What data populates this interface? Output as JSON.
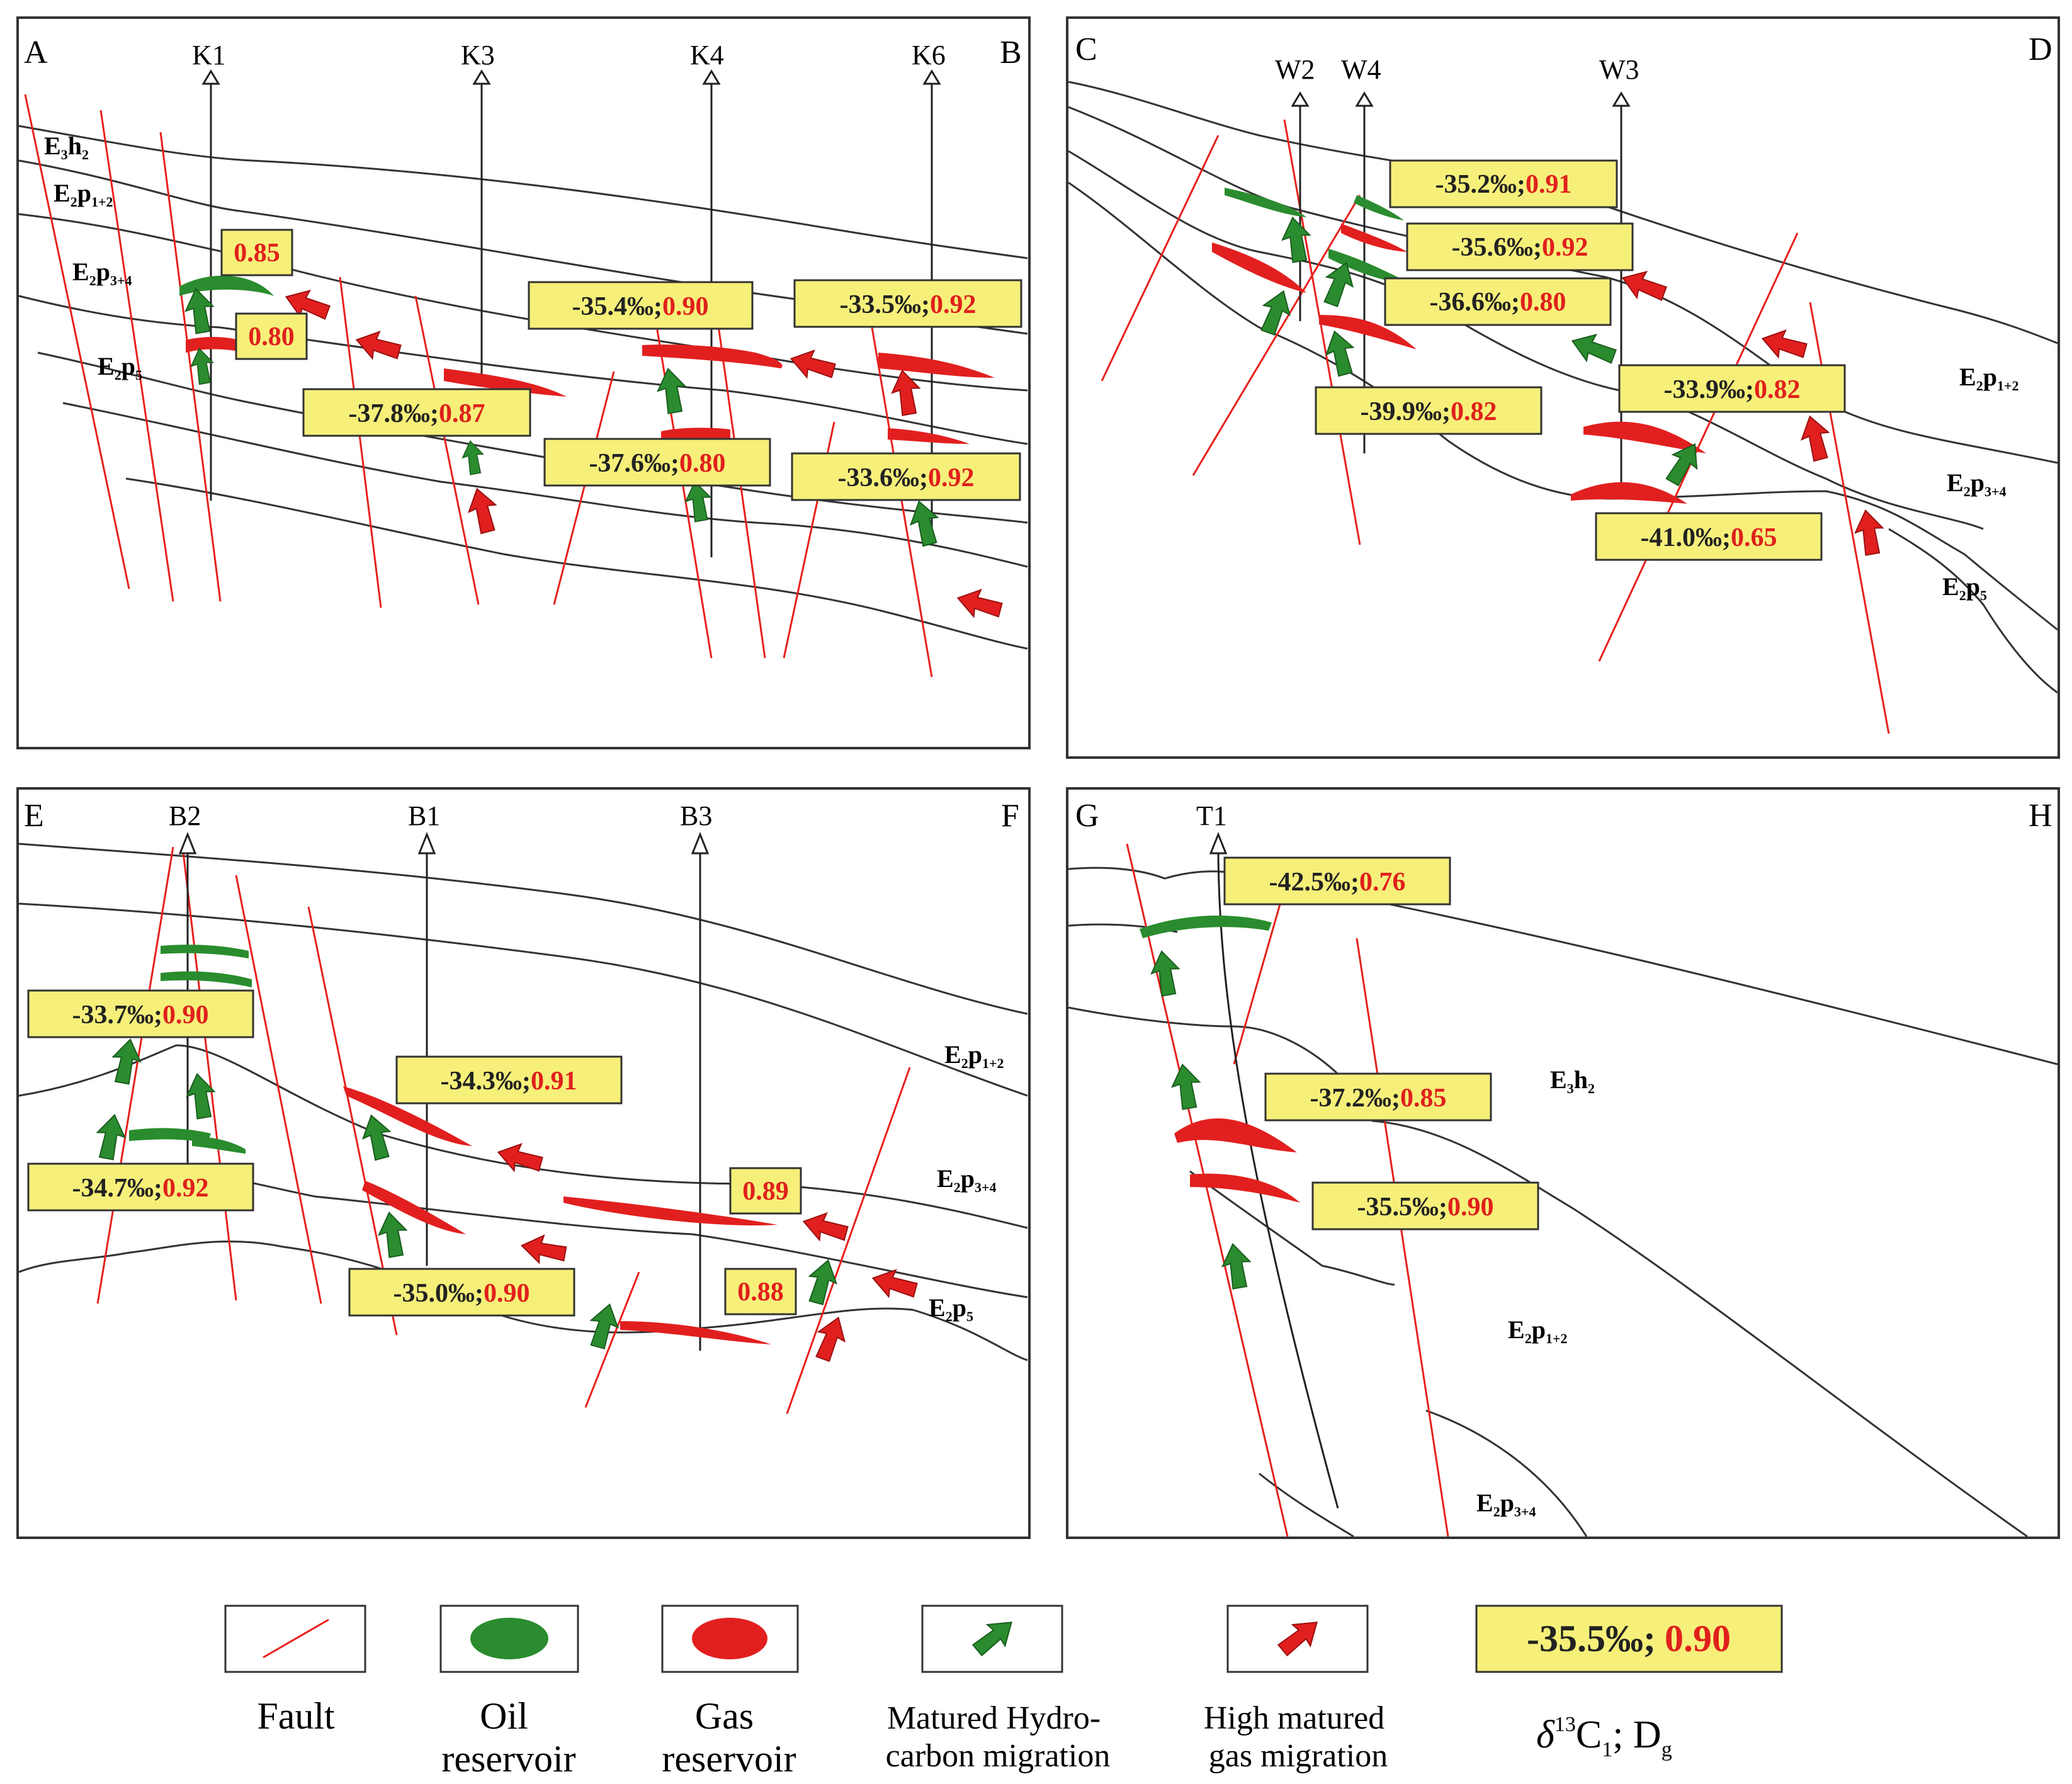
{
  "panels": {
    "AB": {
      "corners": [
        "A",
        "B"
      ],
      "wells": [
        "K1",
        "K3",
        "K4",
        "K6"
      ],
      "formations": [
        {
          "name": "E3h2",
          "base": "E",
          "sub1": "3",
          "main": "h",
          "sub2": "2"
        },
        {
          "name": "E2p1+2",
          "base": "E",
          "sub1": "2",
          "main": "p",
          "sub2": "1+2"
        },
        {
          "name": "E2p3+4",
          "base": "E",
          "sub1": "2",
          "main": "p",
          "sub2": "3+4"
        },
        {
          "name": "E2p5",
          "base": "E",
          "sub1": "2",
          "main": "p",
          "sub2": "5"
        }
      ],
      "labels": [
        {
          "iso": "",
          "dg": "0.85"
        },
        {
          "iso": "",
          "dg": "0.80"
        },
        {
          "iso": "-37.8‰;",
          "dg": "0.87"
        },
        {
          "iso": "-35.4‰;",
          "dg": "0.90"
        },
        {
          "iso": "-37.6‰;",
          "dg": "0.80"
        },
        {
          "iso": "-33.5‰;",
          "dg": "0.92"
        },
        {
          "iso": "-33.6‰;",
          "dg": "0.92"
        }
      ]
    },
    "CD": {
      "corners": [
        "C",
        "D"
      ],
      "wells": [
        "W2",
        "W4",
        "W3"
      ],
      "formations": [
        {
          "name": "E2p1+2",
          "base": "E",
          "sub1": "2",
          "main": "p",
          "sub2": "1+2"
        },
        {
          "name": "E2p3+4",
          "base": "E",
          "sub1": "2",
          "main": "p",
          "sub2": "3+4"
        },
        {
          "name": "E2p5",
          "base": "E",
          "sub1": "2",
          "main": "p",
          "sub2": "5"
        }
      ],
      "labels": [
        {
          "iso": "-35.2‰;",
          "dg": "0.91"
        },
        {
          "iso": "-35.6‰;",
          "dg": "0.92"
        },
        {
          "iso": "-36.6‰;",
          "dg": "0.80"
        },
        {
          "iso": "-39.9‰;",
          "dg": "0.82"
        },
        {
          "iso": "-33.9‰;",
          "dg": "0.82"
        },
        {
          "iso": "-41.0‰;",
          "dg": "0.65"
        }
      ]
    },
    "EF": {
      "corners": [
        "E",
        "F"
      ],
      "wells": [
        "B2",
        "B1",
        "B3"
      ],
      "formations": [
        {
          "name": "E2p1+2",
          "base": "E",
          "sub1": "2",
          "main": "p",
          "sub2": "1+2"
        },
        {
          "name": "E2p3+4",
          "base": "E",
          "sub1": "2",
          "main": "p",
          "sub2": "3+4"
        },
        {
          "name": "E2p5",
          "base": "E",
          "sub1": "2",
          "main": "p",
          "sub2": "5"
        }
      ],
      "labels": [
        {
          "iso": "-33.7‰;",
          "dg": "0.90"
        },
        {
          "iso": "-34.7‰;",
          "dg": "0.92"
        },
        {
          "iso": "-34.3‰;",
          "dg": "0.91"
        },
        {
          "iso": "-35.0‰;",
          "dg": "0.90"
        },
        {
          "iso": "",
          "dg": "0.89"
        },
        {
          "iso": "",
          "dg": "0.88"
        }
      ]
    },
    "GH": {
      "corners": [
        "G",
        "H"
      ],
      "wells": [
        "T1"
      ],
      "formations": [
        {
          "name": "E3h2",
          "base": "E",
          "sub1": "3",
          "main": "h",
          "sub2": "2"
        },
        {
          "name": "E2p1+2",
          "base": "E",
          "sub1": "2",
          "main": "p",
          "sub2": "1+2"
        },
        {
          "name": "E2p3+4",
          "base": "E",
          "sub1": "2",
          "main": "p",
          "sub2": "3+4"
        }
      ],
      "labels": [
        {
          "iso": "-42.5‰;",
          "dg": "0.76"
        },
        {
          "iso": "-37.2‰;",
          "dg": "0.85"
        },
        {
          "iso": "-35.5‰;",
          "dg": "0.90"
        }
      ]
    }
  },
  "legend": {
    "fault": "Fault",
    "oil_line1": "Oil",
    "oil_line2": "reservoir",
    "gas_line1": "Gas",
    "gas_line2": "reservoir",
    "matured_line1": "Matured Hydro-",
    "matured_line2": "carbon migration",
    "high_line1": "High matured",
    "high_line2": "gas migration",
    "sample_iso": "-35.5‰;",
    "sample_dg": "0.90",
    "caption_delta": "δ",
    "caption_sup": "13",
    "caption_c": "C",
    "caption_csub": "1",
    "caption_mid": "; D",
    "caption_gsub": "g"
  },
  "colors": {
    "fault": "#e8201c",
    "oil": "#2a8c2e",
    "gas": "#e21f1f",
    "label_fill": "#f6f07a",
    "dg_text": "#e0201c",
    "line": "#333333"
  }
}
